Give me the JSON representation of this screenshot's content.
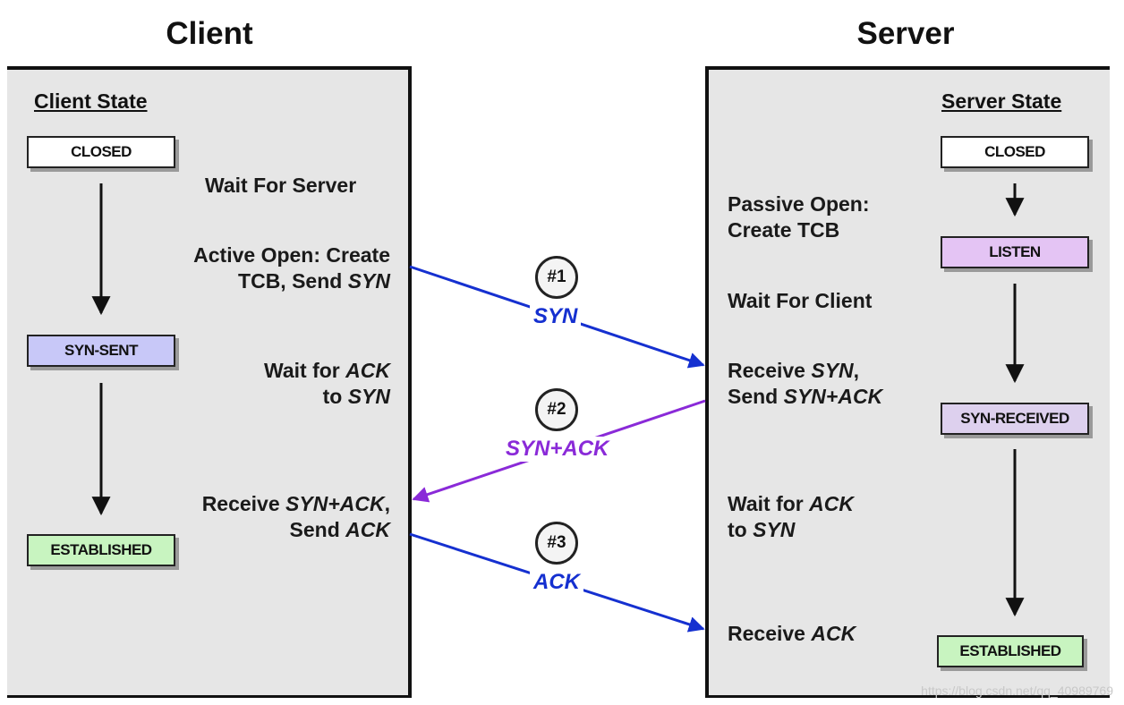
{
  "titles": {
    "client": "Client",
    "server": "Server"
  },
  "client": {
    "heading": "Client State",
    "states": [
      "CLOSED",
      "SYN-SENT",
      "ESTABLISHED"
    ],
    "steps": {
      "wait_server": "Wait For Server",
      "active_open_1": "Active Open: Create",
      "active_open_2a": "TCB, Send ",
      "active_open_2b": "SYN",
      "wait_ack_1a": "Wait for ",
      "wait_ack_1b": "ACK",
      "wait_ack_2a": "to ",
      "wait_ack_2b": "SYN",
      "receive_1a": "Receive ",
      "receive_1b": "SYN+ACK",
      "receive_1c": ",",
      "receive_2a": "Send ",
      "receive_2b": "ACK"
    }
  },
  "server": {
    "heading": "Server State",
    "states": [
      "CLOSED",
      "LISTEN",
      "SYN-RECEIVED",
      "ESTABLISHED"
    ],
    "steps": {
      "passive_1": "Passive Open:",
      "passive_2": "Create TCB",
      "wait_client": "Wait For Client",
      "receive_syn_1a": "Receive ",
      "receive_syn_1b": "SYN",
      "receive_syn_1c": ",",
      "receive_syn_2a": "Send ",
      "receive_syn_2b": "SYN+ACK",
      "wait_ack_1a": "Wait for ",
      "wait_ack_1b": "ACK",
      "wait_ack_2a": "to ",
      "wait_ack_2b": "SYN",
      "receive_ack_a": "Receive ",
      "receive_ack_b": "ACK"
    }
  },
  "messages": [
    {
      "number": "#1",
      "label": "SYN"
    },
    {
      "number": "#2",
      "label": "SYN+ACK"
    },
    {
      "number": "#3",
      "label": "ACK"
    }
  ],
  "colors": {
    "closed": "#ffffff",
    "syn_sent": "#c8c8f8",
    "listen": "#e4c4f4",
    "syn_received": "#ddd0ee",
    "established": "#c8f4c0",
    "blue_arrow": "#1530d0",
    "purple_arrow": "#8a2ad8"
  },
  "watermark": "https://blog.csdn.net/qq_40989769"
}
